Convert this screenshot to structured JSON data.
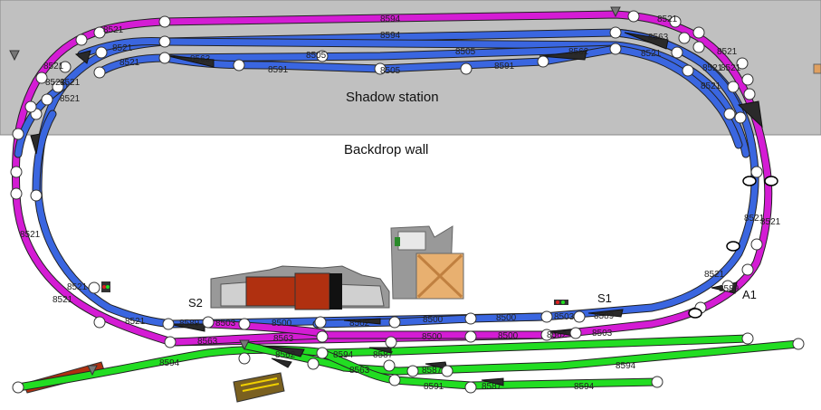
{
  "areas": {
    "shadow_station": "Shadow station",
    "backdrop_wall": "Backdrop wall"
  },
  "markers": {
    "s1": "S1",
    "s2": "S2",
    "a1": "A1"
  },
  "colors": {
    "shadow_area": "#c0c0c0",
    "loop_outer": "#d41cd4",
    "loop_inner": "#3a66e0",
    "yard": "#22dd22",
    "building": "#b03010",
    "node": "#ffffff"
  },
  "track_labels": {
    "top_outer": "8594",
    "top_inner_a": "8594",
    "top_inner_b": "8505",
    "top_inner_c": "8505",
    "top_inner_d": "8505",
    "top_inner_e": "8591",
    "top_inner_f": "8591",
    "top_switch_left": "8563",
    "top_switch_right": "8562",
    "top_switch_right2": "8563",
    "left_a": "8521",
    "left_b": "8521",
    "left_c": "8521",
    "left_d": "8521",
    "left_e": "8521",
    "left_f": "8521",
    "left_g": "8521",
    "right_a": "8521",
    "right_b": "8521",
    "right_c": "8521",
    "right_d": "8521",
    "right_e": "8521",
    "right_f": "8521",
    "right_g": "8521",
    "right_h": "8521",
    "right_i": "8521",
    "bottom_left_a": "8521",
    "bottom_left_b": "8521",
    "bottom_left_c": "8521",
    "bottom_left_d": "8521",
    "station_a": "8503",
    "station_b": "8500",
    "station_c": "8500",
    "station_d": "8500",
    "station_e": "8503",
    "station_f": "8500",
    "station_g": "8500",
    "station_h": "8503",
    "station_i": "8562",
    "station_j": "8563",
    "station_k": "8589",
    "station_l": "8589",
    "station_m": "8562",
    "station_n": "8563",
    "yard_a": "8594",
    "yard_b": "8594",
    "yard_c": "8594",
    "yard_d": "8594",
    "yard_e": "8591",
    "yard_f": "8587",
    "yard_g": "8587",
    "yard_h": "8587",
    "yard_i": "8562",
    "yard_j": "8563",
    "right_switch": "8589"
  }
}
